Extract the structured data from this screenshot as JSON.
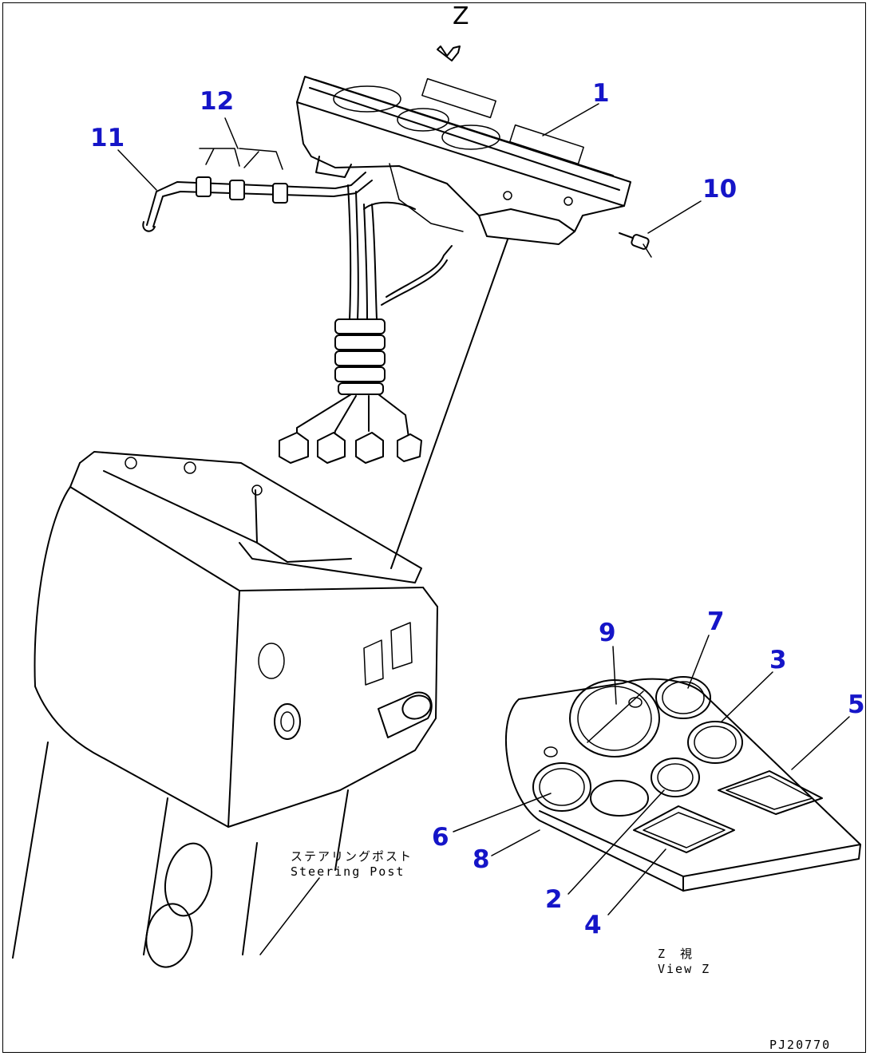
{
  "view_letter": "Z",
  "callouts": {
    "c1": "1",
    "c2": "2",
    "c3": "3",
    "c4": "4",
    "c5": "5",
    "c6": "6",
    "c7": "7",
    "c8": "8",
    "c9": "9",
    "c10": "10",
    "c11": "11",
    "c12": "12"
  },
  "steering_post": {
    "jp": "ステアリングポスト",
    "en": "Steering Post"
  },
  "view_z": {
    "jp": "Z　視",
    "en": "View Z"
  },
  "drawing_code": "PJ20770",
  "colors": {
    "callout": "#1515c8",
    "line": "#000000"
  }
}
